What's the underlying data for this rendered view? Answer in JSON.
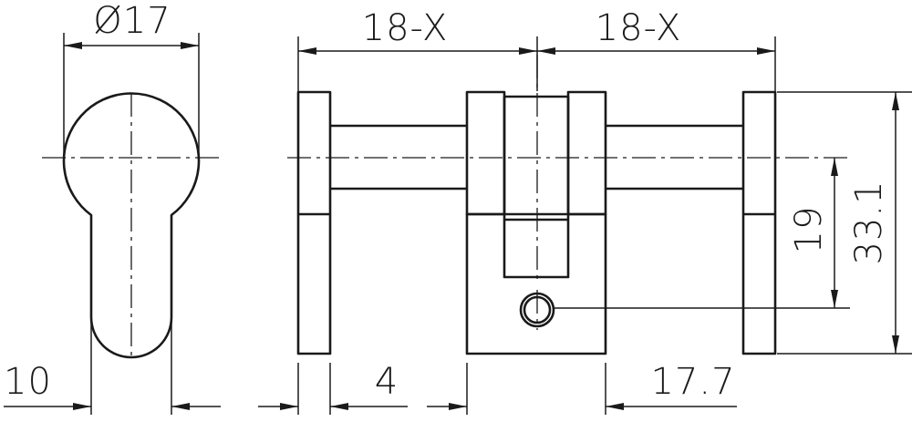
{
  "dimensions": {
    "diameter": "Ø17",
    "left_length": "18-X",
    "right_length": "18-X",
    "height_total": "33.1",
    "height_to_hole": "19",
    "profile_width": "10",
    "flange_thickness": "4",
    "body_offset": "17.7"
  },
  "colors": {
    "line": "#1a1a1a",
    "background": "#ffffff"
  }
}
